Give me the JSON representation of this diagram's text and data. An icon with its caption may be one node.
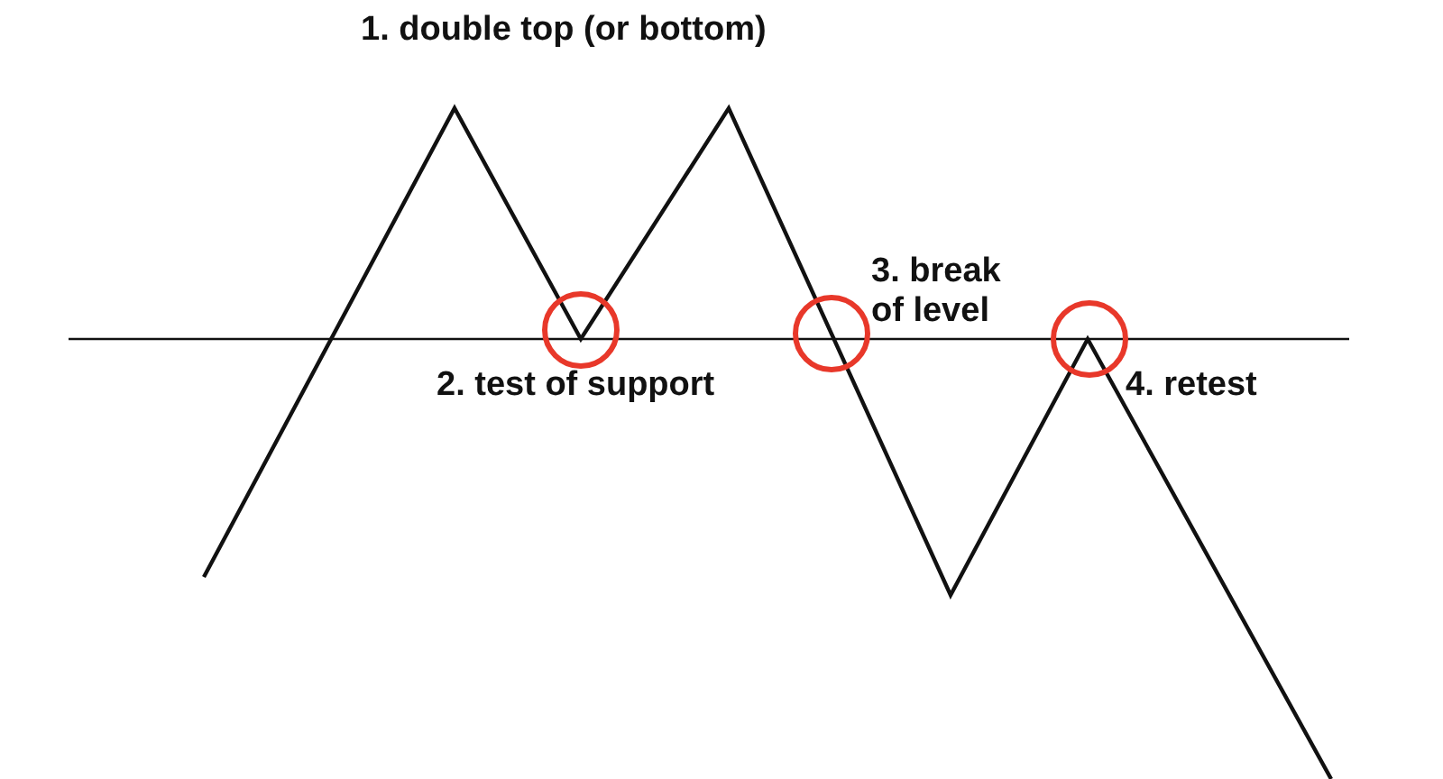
{
  "diagram": {
    "labels": [
      "1. double top (or bottom)",
      "3. break of level",
      "2. test of support",
      "4. retest"
    ]
  }
}
